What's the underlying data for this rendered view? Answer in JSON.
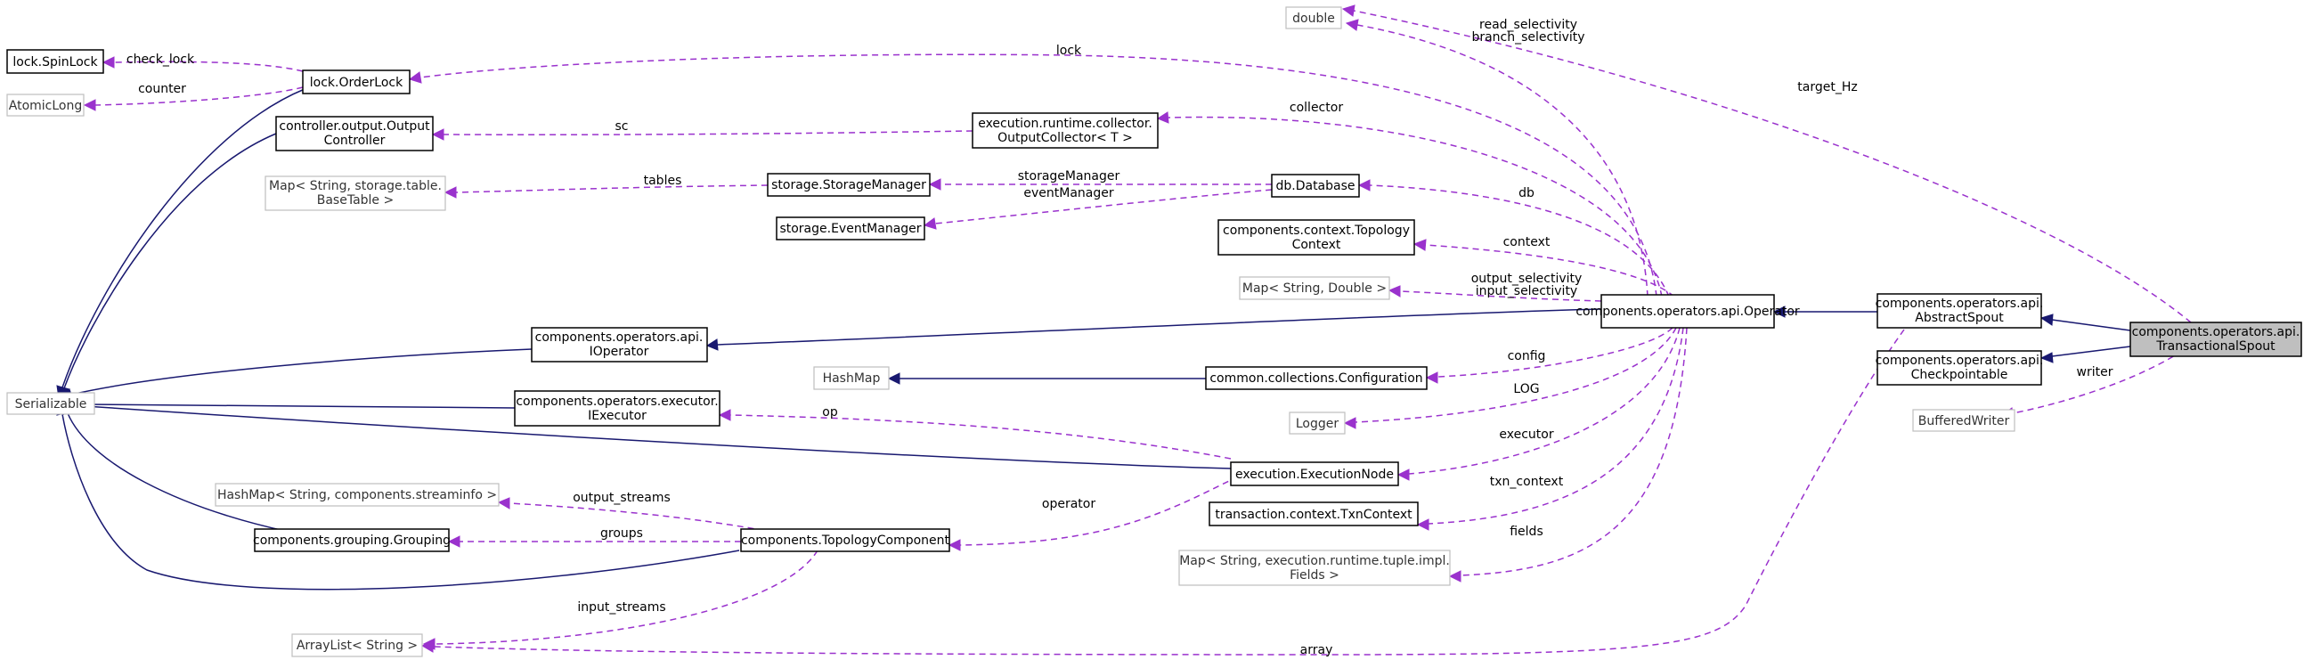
{
  "nodes": {
    "transactional_spout": [
      "components.operators.api.",
      "TransactionalSpout"
    ],
    "abstract_spout": [
      "components.operators.api.",
      "AbstractSpout"
    ],
    "checkpointable": [
      "components.operators.api.",
      "Checkpointable"
    ],
    "buffered_writer": [
      "BufferedWriter"
    ],
    "operator": [
      "components.operators.api.Operator"
    ],
    "double": [
      "double"
    ],
    "order_lock": [
      "lock.OrderLock"
    ],
    "spin_lock": [
      "lock.SpinLock"
    ],
    "atomic_long": [
      "AtomicLong"
    ],
    "output_controller": [
      "controller.output.Output",
      "Controller"
    ],
    "output_collector": [
      "execution.runtime.collector.",
      "OutputCollector< T >"
    ],
    "map_basetable": [
      "Map< String, storage.table.",
      "BaseTable >"
    ],
    "storage_manager": [
      "storage.StorageManager"
    ],
    "db_database": [
      "db.Database"
    ],
    "event_manager": [
      "storage.EventManager"
    ],
    "topology_context": [
      "components.context.Topology",
      "Context"
    ],
    "map_double": [
      "Map< String, Double >"
    ],
    "ioperator": [
      "components.operators.api.",
      "IOperator"
    ],
    "serializable": [
      "Serializable"
    ],
    "hashmap": [
      "HashMap"
    ],
    "configuration": [
      "common.collections.Configuration"
    ],
    "iexecutor": [
      "components.operators.executor.",
      "IExecutor"
    ],
    "logger": [
      "Logger"
    ],
    "execution_node": [
      "execution.ExecutionNode"
    ],
    "hashmap_streaminfo": [
      "HashMap< String, components.streaminfo >"
    ],
    "topology_component": [
      "components.TopologyComponent"
    ],
    "grouping": [
      "components.grouping.Grouping"
    ],
    "txn_context": [
      "transaction.context.TxnContext"
    ],
    "map_fields": [
      "Map< String, execution.runtime.tuple.impl.",
      "Fields >"
    ],
    "arraylist_string": [
      "ArrayList< String >"
    ]
  },
  "edge_labels": {
    "target_hz": "target_Hz",
    "read_selectivity": "read_selectivity",
    "branch_selectivity": "branch_selectivity",
    "check_lock": "check_lock",
    "counter": "counter",
    "lock": "lock",
    "sc": "sc",
    "collector": "collector",
    "tables": "tables",
    "storage_manager": "storageManager",
    "event_manager": "eventManager",
    "db": "db",
    "context": "context",
    "output_selectivity": "output_selectivity",
    "input_selectivity": "input_selectivity",
    "config": "config",
    "op": "op",
    "log": "LOG",
    "executor": "executor",
    "writer": "writer",
    "output_streams": "output_streams",
    "operator": "operator",
    "groups": "groups",
    "txn_context": "txn_context",
    "fields": "fields",
    "input_streams": "input_streams",
    "array": "array"
  }
}
